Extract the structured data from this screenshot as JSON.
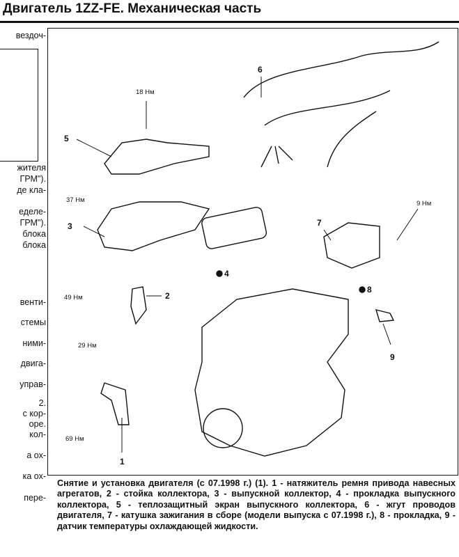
{
  "header": {
    "title": "Двигатель 1ZZ-FE. Механическая часть"
  },
  "left_column": [
    "вездоч-",
    "жителя",
    "ГРМ\").",
    "де кла-",
    "еделе-",
    "ГРМ\").",
    "блока",
    "блока",
    "венти-",
    "стемы",
    "ними-",
    "двига-",
    "управ-",
    "2.",
    "с кор-",
    "оре.",
    "кол-",
    "а ох-",
    "ка ох-",
    "пере-"
  ],
  "diagram": {
    "torques": [
      "18 Нм",
      "37 Нм",
      "9 Нм",
      "49 Нм",
      "29 Нм",
      "69 Нм"
    ],
    "callouts": [
      "1",
      "2",
      "3",
      "4",
      "5",
      "6",
      "7",
      "8",
      "9"
    ]
  },
  "caption": "Снятие и установка двигателя (с 07.1998 г.) (1). 1 - натяжитель ремня привода навесных агрегатов, 2 - стойка коллектора, 3 - выпускной коллектор, 4 - прокладка выпускного коллектора, 5 - теплозащитный экран выпускного коллектора, 6 - жгут проводов двигателя, 7 - катушка зажигания в сборе (модели выпуска с 07.1998 г.), 8 - прокладка, 9 - датчик температуры охлаждающей жидкости."
}
